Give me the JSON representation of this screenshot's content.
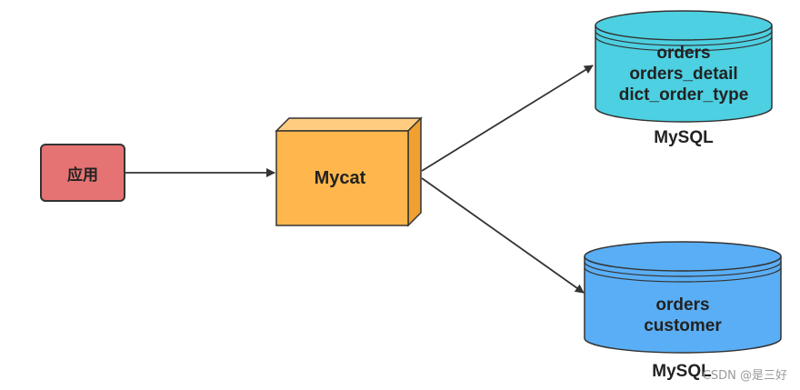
{
  "nodes": {
    "app": {
      "label": "应用"
    },
    "mycat": {
      "label": "Mycat"
    },
    "db_top": {
      "tables": [
        "orders",
        "orders_detail",
        "dict_order_type"
      ],
      "caption": "MySQL",
      "color": "#4dd0e1"
    },
    "db_bottom": {
      "tables": [
        "orders",
        "customer"
      ],
      "caption": "MySQL",
      "color": "#5aaef5"
    }
  },
  "watermark": "CSDN @是三好",
  "colors": {
    "app": "#e57373",
    "mycat_front": "#ffb74d",
    "mycat_side": "#f0a030",
    "mycat_top": "#ffcc80",
    "arrow": "#333333"
  }
}
